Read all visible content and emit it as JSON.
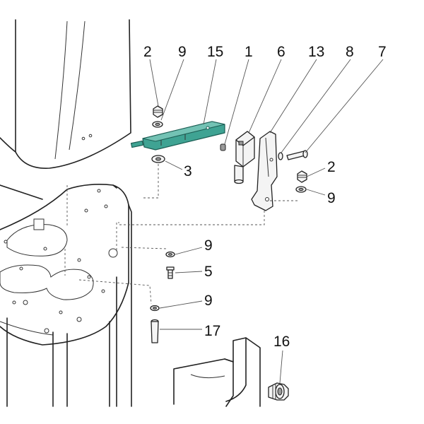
{
  "callouts": {
    "c2_top": "2",
    "c9_top": "9",
    "c15": "15",
    "c1": "1",
    "c6": "6",
    "c13": "13",
    "c8": "8",
    "c7": "7",
    "c3": "3",
    "c2_right": "2",
    "c9_right": "9",
    "c9_mid": "9",
    "c5": "5",
    "c9_low": "9",
    "c17": "17",
    "c16": "16"
  },
  "colors": {
    "highlight_part": "#3fa393",
    "line": "#222222",
    "background": "#ffffff"
  }
}
